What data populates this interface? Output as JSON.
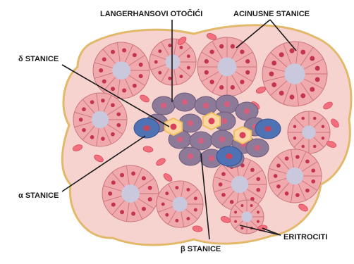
{
  "labels": {
    "langerhans": "LANGERHANSOVI OTOČIĆI",
    "acinar": "ACINUSNE STANICE",
    "delta": "δ STANICE",
    "alpha": "α STANICE",
    "beta": "β STANICE",
    "erythrocytes": "ERITROCITI"
  },
  "colors": {
    "tissue_fill": "#f7d3cf",
    "tissue_border": "#e2b96a",
    "acinar_cell": "#f0a9ad",
    "acinar_stroke": "#c9767d",
    "acinar_lumen": "#c9c8dc",
    "nucleus": "#c4344f",
    "erythrocyte": "#f26f7e",
    "beta_cell": "#8c7a98",
    "beta_nucleus": "#d46080",
    "alpha_cell": "#4f72b5",
    "delta_cell": "#fbd6a0",
    "delta_border": "#f0c060",
    "leader_line": "#1a1a1a"
  }
}
